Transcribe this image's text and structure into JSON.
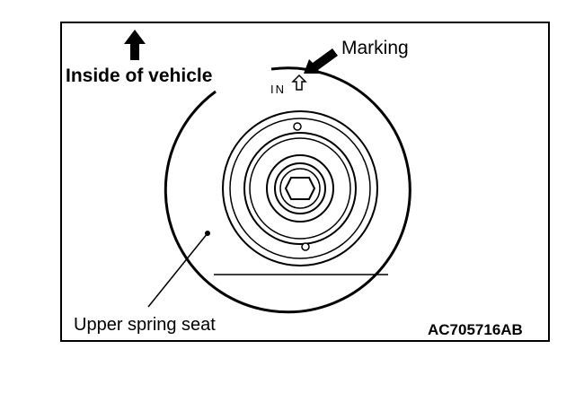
{
  "labels": {
    "inside_of_vehicle": "Inside of vehicle",
    "marking": "Marking",
    "in_mark": "IN",
    "upper_spring_seat": "Upper spring seat",
    "figure_code": "AC705716AB"
  },
  "colors": {
    "line": "#000000",
    "background": "#ffffff"
  },
  "icons": {
    "direction_arrow": "up-arrow-icon",
    "pointer_arrow": "diagonal-arrow-icon",
    "marking_arrow": "outline-up-arrow-icon"
  }
}
